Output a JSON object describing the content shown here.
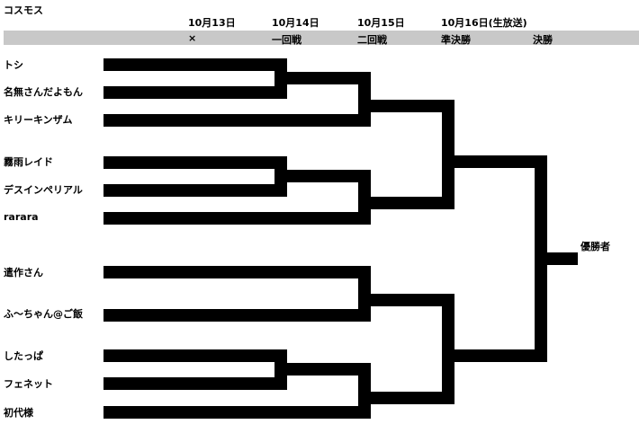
{
  "title": "コスモス",
  "dates": [
    "10月13日",
    "10月14日",
    "10月15日",
    "10月16日(生放送)"
  ],
  "rounds": [
    "×",
    "一回戦",
    "二回戦",
    "準決勝",
    "決勝"
  ],
  "players": [
    "トシ",
    "名無さんだよもん",
    "キリーキンザム",
    "霧雨レイド",
    "デスインペリアル",
    "rarara",
    "遣作さん",
    "ふ～ちゃん@ご飯",
    "したっぱ",
    "フェネット",
    "初代様"
  ],
  "winner_label": "優勝者",
  "colors": {
    "line": "#000000",
    "band": "#c8c8c8"
  }
}
